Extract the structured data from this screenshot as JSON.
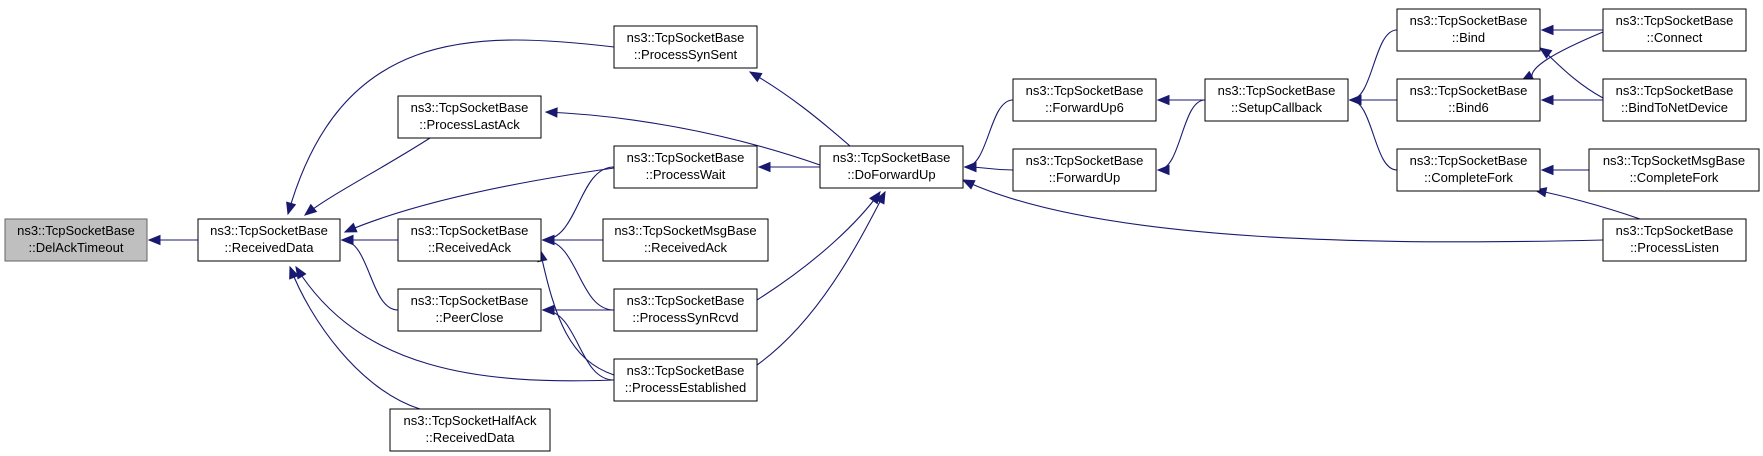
{
  "diagram": {
    "edge_color": "#191970",
    "root_fill": "#bfbfbf",
    "nodes": [
      {
        "id": "delack",
        "line1": "ns3::TcpSocketBase",
        "line2": "::DelAckTimeout",
        "root": true
      },
      {
        "id": "recvdata",
        "line1": "ns3::TcpSocketBase",
        "line2": "::ReceivedData"
      },
      {
        "id": "synsent",
        "line1": "ns3::TcpSocketBase",
        "line2": "::ProcessSynSent"
      },
      {
        "id": "lastack",
        "line1": "ns3::TcpSocketBase",
        "line2": "::ProcessLastAck"
      },
      {
        "id": "wait",
        "line1": "ns3::TcpSocketBase",
        "line2": "::ProcessWait"
      },
      {
        "id": "recvack",
        "line1": "ns3::TcpSocketBase",
        "line2": "::ReceivedAck"
      },
      {
        "id": "msgrecvack",
        "line1": "ns3::TcpSocketMsgBase",
        "line2": "::ReceivedAck"
      },
      {
        "id": "peerclose",
        "line1": "ns3::TcpSocketBase",
        "line2": "::PeerClose"
      },
      {
        "id": "synrcvd",
        "line1": "ns3::TcpSocketBase",
        "line2": "::ProcessSynRcvd"
      },
      {
        "id": "established",
        "line1": "ns3::TcpSocketBase",
        "line2": "::ProcessEstablished"
      },
      {
        "id": "halfack",
        "line1": "ns3::TcpSocketHalfAck",
        "line2": "::ReceivedData"
      },
      {
        "id": "dofwd",
        "line1": "ns3::TcpSocketBase",
        "line2": "::DoForwardUp"
      },
      {
        "id": "fwd6",
        "line1": "ns3::TcpSocketBase",
        "line2": "::ForwardUp6"
      },
      {
        "id": "fwd",
        "line1": "ns3::TcpSocketBase",
        "line2": "::ForwardUp"
      },
      {
        "id": "setup",
        "line1": "ns3::TcpSocketBase",
        "line2": "::SetupCallback"
      },
      {
        "id": "bind",
        "line1": "ns3::TcpSocketBase",
        "line2": "::Bind"
      },
      {
        "id": "bind6",
        "line1": "ns3::TcpSocketBase",
        "line2": "::Bind6"
      },
      {
        "id": "completefork",
        "line1": "ns3::TcpSocketBase",
        "line2": "::CompleteFork"
      },
      {
        "id": "connect",
        "line1": "ns3::TcpSocketBase",
        "line2": "::Connect"
      },
      {
        "id": "bindnet",
        "line1": "ns3::TcpSocketBase",
        "line2": "::BindToNetDevice"
      },
      {
        "id": "msgcomplete",
        "line1": "ns3::TcpSocketMsgBase",
        "line2": "::CompleteFork"
      },
      {
        "id": "listen",
        "line1": "ns3::TcpSocketBase",
        "line2": "::ProcessListen"
      }
    ],
    "edges": [
      {
        "from": "recvdata",
        "to": "delack"
      },
      {
        "from": "synsent",
        "to": "recvdata"
      },
      {
        "from": "lastack",
        "to": "recvdata"
      },
      {
        "from": "wait",
        "to": "recvdata"
      },
      {
        "from": "recvack",
        "to": "recvdata"
      },
      {
        "from": "peerclose",
        "to": "recvdata"
      },
      {
        "from": "established",
        "to": "recvdata"
      },
      {
        "from": "halfack",
        "to": "recvdata"
      },
      {
        "from": "dofwd",
        "to": "synsent"
      },
      {
        "from": "dofwd",
        "to": "lastack"
      },
      {
        "from": "dofwd",
        "to": "wait"
      },
      {
        "from": "wait",
        "to": "recvack"
      },
      {
        "from": "msgrecvack",
        "to": "recvack"
      },
      {
        "from": "synrcvd",
        "to": "recvack"
      },
      {
        "from": "established",
        "to": "recvack"
      },
      {
        "from": "synrcvd",
        "to": "peerclose"
      },
      {
        "from": "established",
        "to": "peerclose"
      },
      {
        "from": "synrcvd",
        "to": "dofwd"
      },
      {
        "from": "established",
        "to": "dofwd"
      },
      {
        "from": "fwd6",
        "to": "dofwd"
      },
      {
        "from": "fwd",
        "to": "dofwd"
      },
      {
        "from": "listen",
        "to": "dofwd"
      },
      {
        "from": "setup",
        "to": "fwd6"
      },
      {
        "from": "setup",
        "to": "fwd"
      },
      {
        "from": "bind",
        "to": "setup"
      },
      {
        "from": "bind6",
        "to": "setup"
      },
      {
        "from": "completefork",
        "to": "setup"
      },
      {
        "from": "connect",
        "to": "bind"
      },
      {
        "from": "bindnet",
        "to": "bind"
      },
      {
        "from": "connect",
        "to": "bind6"
      },
      {
        "from": "bindnet",
        "to": "bind6"
      },
      {
        "from": "msgcomplete",
        "to": "completefork"
      },
      {
        "from": "listen",
        "to": "completefork"
      }
    ]
  }
}
